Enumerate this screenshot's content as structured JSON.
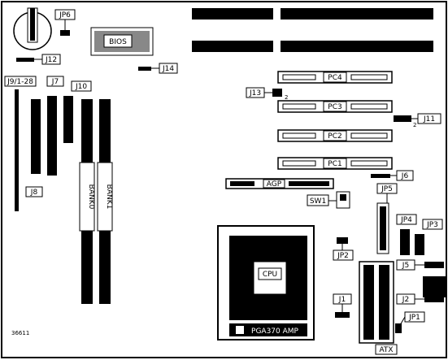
{
  "labels": {
    "jp6": "JP6",
    "bios": "BIOS",
    "j12": "J12",
    "j14": "J14",
    "j9": "J9/1-28",
    "j7": "J7",
    "j10": "J10",
    "j8": "J8",
    "bank0": "BANK0",
    "bank1": "BANK1",
    "pc4": "PC4",
    "j13": "J13",
    "pc3": "PC3",
    "j11": "J11",
    "pc2": "PC2",
    "pc1": "PC1",
    "j6": "J6",
    "agp": "AGP",
    "sw1": "SW1",
    "jp5": "JP5",
    "jp4": "JP4",
    "jp3": "JP3",
    "cpu": "CPU",
    "jp2": "JP2",
    "j5": "J5",
    "j2": "J2",
    "j1": "J1",
    "jp1": "JP1",
    "socket": "PGA370 AMP",
    "atx": "ATX",
    "figure_id": "36611",
    "pin1_a": "2",
    "pin1_b": "2"
  }
}
